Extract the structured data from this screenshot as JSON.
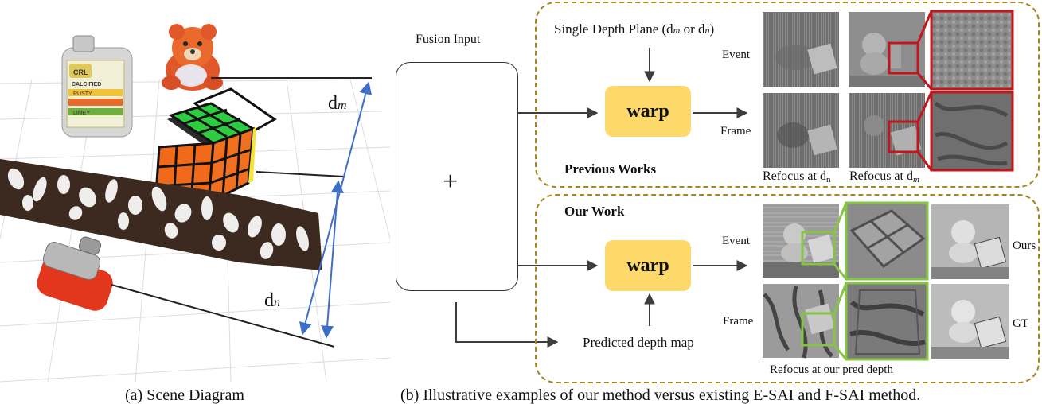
{
  "captions": {
    "scene": "(a) Scene Diagram",
    "method": "(b) Illustrative examples of our method versus existing E-SAI  and F-SAI method."
  },
  "scene": {
    "dm_label": "d",
    "dm_sub": "m",
    "dn_label": "d",
    "dn_sub": "n",
    "bottle_text": [
      "CRL",
      "CALCIFIED",
      "RUSTY",
      "LIMEY"
    ]
  },
  "fusion": {
    "title": "Fusion Input",
    "plus": "+"
  },
  "previous": {
    "title": "Previous Works",
    "top_label_prefix": "Single Depth Plane (d",
    "top_label_sub1": "m",
    "top_label_mid": " or d",
    "top_label_sub2": "n",
    "top_label_suffix": ")",
    "warp": "warp",
    "row_event": "Event",
    "row_frame": "Frame",
    "refocus_n_prefix": "Refocus at d",
    "refocus_n_sub": "n",
    "refocus_m_prefix": "Refocus at d",
    "refocus_m_sub": "m"
  },
  "ours": {
    "title": "Our Work",
    "warp": "warp",
    "row_event": "Event",
    "row_frame": "Frame",
    "predicted": "Predicted depth map",
    "refocus": "Refocus at our pred depth",
    "ours_label": "Ours",
    "gt_label": "GT"
  },
  "colors": {
    "dash_border": "#a8861c",
    "warp_fill": "#fcd96a",
    "red_zoom": "#c0161c",
    "green_zoom": "#86c444",
    "depth_arrow": "#3d6fc7"
  }
}
